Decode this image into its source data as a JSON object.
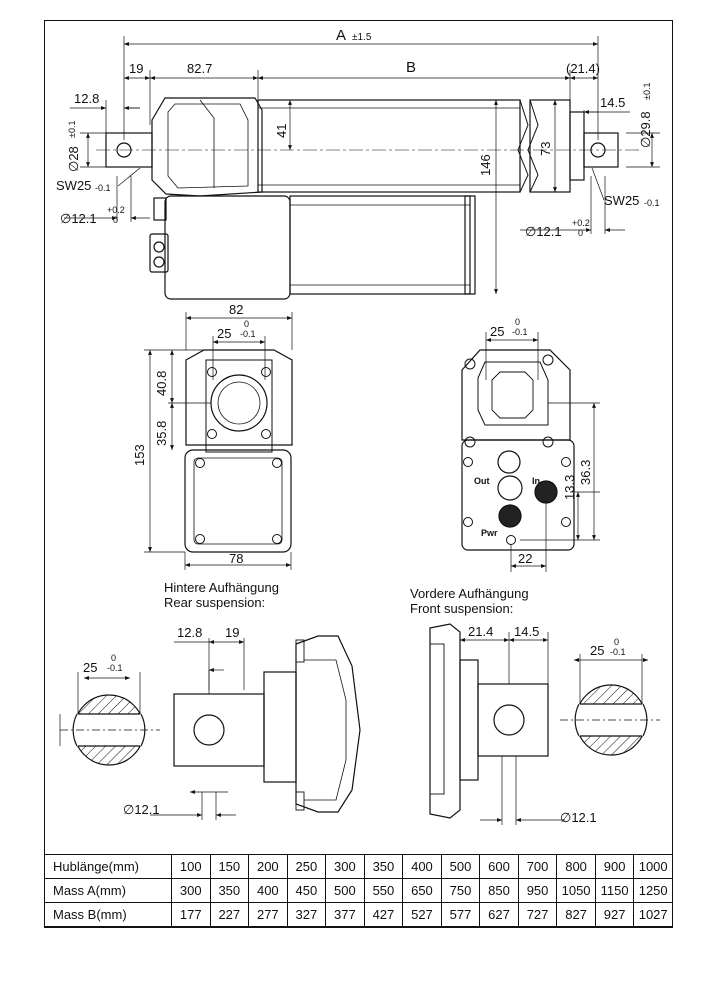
{
  "dimensions": {
    "a_label": "A",
    "a_tol": "±1.5",
    "b_label": "B",
    "d_19": "19",
    "d_82_7": "82.7",
    "d_21_4_ref": "(21.4)",
    "d_12_8": "12.8",
    "d_41": "41",
    "d_14_5": "14.5",
    "d_29_8": "∅29.8",
    "d_29_8_tol": "±0.1",
    "d_28": "∅28",
    "d_28_tol": "±0.1",
    "d_146": "146",
    "d_73": "73",
    "sw_left": "SW25",
    "sw_left_tol": "-0.1",
    "sw_right": "SW25",
    "sw_right_tol": "-0.1",
    "d_12_1_left": "∅12.1",
    "d_12_1_right": "∅12.1",
    "tol_upper": "+0.2",
    "tol_lower": "0",
    "d_82": "82",
    "d_25": "25",
    "tol_25_upper": "0",
    "tol_25_lower": "-0.1",
    "d_40_8": "40.8",
    "d_35_8": "35.8",
    "d_153": "153",
    "d_78": "78",
    "d_13_3": "13.3",
    "d_36_3": "36.3",
    "d_22": "22",
    "connector_out": "Out",
    "connector_in": "In",
    "connector_pwr": "Pwr"
  },
  "rear_section": {
    "title_de": "Hintere Aufhängung",
    "title_en": "Rear suspension:",
    "d_12_8": "12.8",
    "d_19": "19",
    "d_25": "25",
    "tol_upper": "0",
    "tol_lower": "-0.1",
    "d_12_1": "∅12.1"
  },
  "front_section": {
    "title_de": "Vordere Aufhängung",
    "title_en": "Front suspension:",
    "d_21_4": "21.4",
    "d_14_5": "14.5",
    "d_25": "25",
    "tol_upper": "0",
    "tol_lower": "-0.1",
    "d_12_1": "∅12.1"
  },
  "table": {
    "rows": [
      {
        "label": "Hublänge(mm)",
        "values": [
          "100",
          "150",
          "200",
          "250",
          "300",
          "350",
          "400",
          "500",
          "600",
          "700",
          "800",
          "900",
          "1000"
        ]
      },
      {
        "label": "Mass A(mm)",
        "values": [
          "300",
          "350",
          "400",
          "450",
          "500",
          "550",
          "650",
          "750",
          "850",
          "950",
          "1050",
          "1150",
          "1250"
        ]
      },
      {
        "label": "Mass B(mm)",
        "values": [
          "177",
          "227",
          "277",
          "327",
          "377",
          "427",
          "527",
          "577",
          "627",
          "727",
          "827",
          "927",
          "1027"
        ]
      }
    ]
  }
}
